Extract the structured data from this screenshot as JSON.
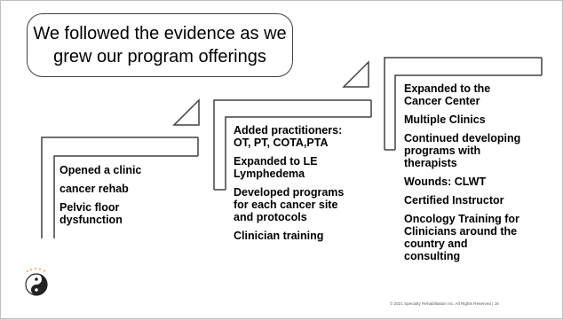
{
  "callout": {
    "line1": "We followed the evidence as we",
    "line2": "grew our program offerings"
  },
  "steps": [
    {
      "items": [
        "Opened a clinic",
        "cancer rehab",
        "Pelvic floor\ndysfunction"
      ]
    },
    {
      "items": [
        "Added practitioners:\nOT, PT, COTA,PTA",
        "Expanded to LE\nLymphedema",
        "Developed programs\nfor each cancer site\nand protocols",
        "Clinician training"
      ]
    },
    {
      "items": [
        "Expanded to the\nCancer Center",
        "Multiple Clinics",
        "Continued developing\nprograms with\ntherapists",
        "Wounds: CLWT",
        "Certified Instructor",
        "Oncology Training for\nClinicians around the\ncountry and\nconsulting"
      ]
    }
  ],
  "footer": {
    "text": "© 2021 Specialty Rehabilitation Inc. All Rights Reserved  |  16"
  },
  "logo": {
    "icon": "yin-yang-logo-icon"
  },
  "colors": {
    "line": "#404040"
  }
}
